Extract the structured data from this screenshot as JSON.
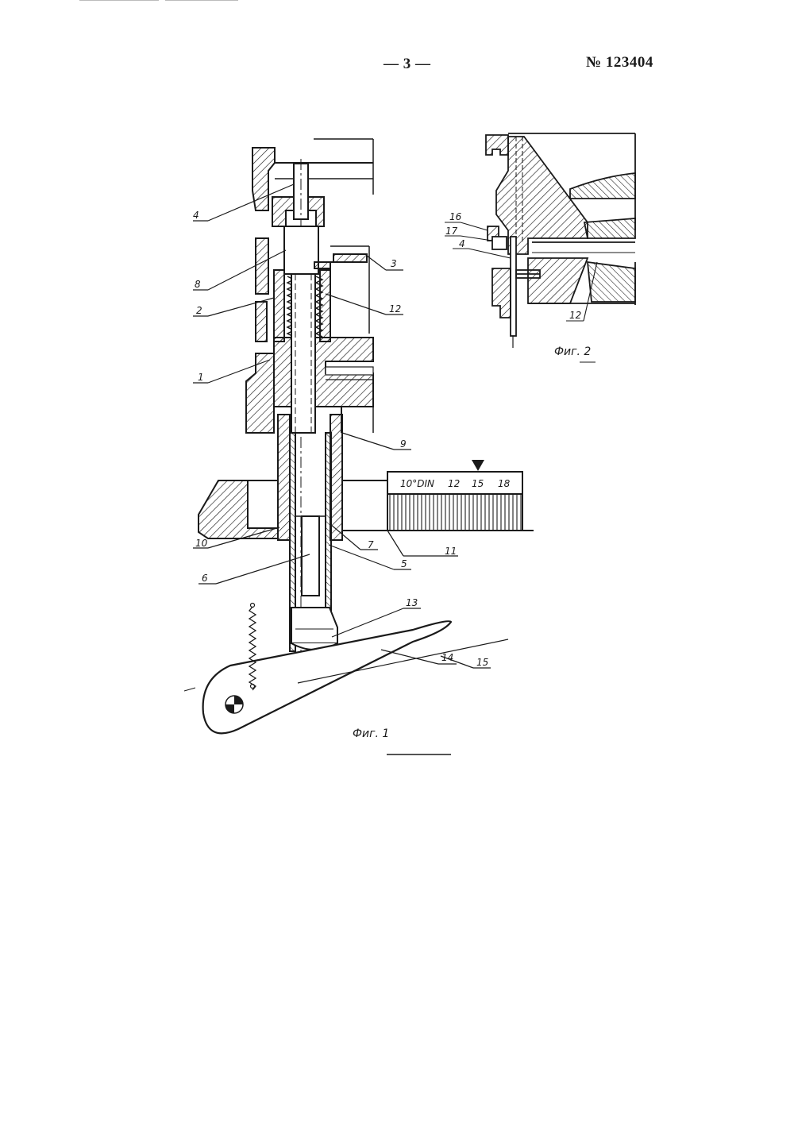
{
  "page_header": {
    "page_number": "— 3 —",
    "patent_number": "№ 123404"
  },
  "figure1": {
    "caption": "Фиг. 1",
    "scale": {
      "unit_label": "10°DIN",
      "ticks": [
        "12",
        "15",
        "18"
      ]
    },
    "callouts": {
      "c1": "1",
      "c2": "2",
      "c3": "3",
      "c4": "4",
      "c5": "5",
      "c6": "6",
      "c7": "7",
      "c8": "8",
      "c9": "9",
      "c10": "10",
      "c11": "11",
      "c12": "12",
      "c13": "13",
      "c14": "14",
      "c15": "15"
    }
  },
  "figure2": {
    "caption": "Фиг. 2",
    "callouts": {
      "c16": "16",
      "c17": "17",
      "c4": "4",
      "c12": "12"
    }
  },
  "colors": {
    "ink": "#1a1a1a",
    "paper": "#ffffff"
  }
}
